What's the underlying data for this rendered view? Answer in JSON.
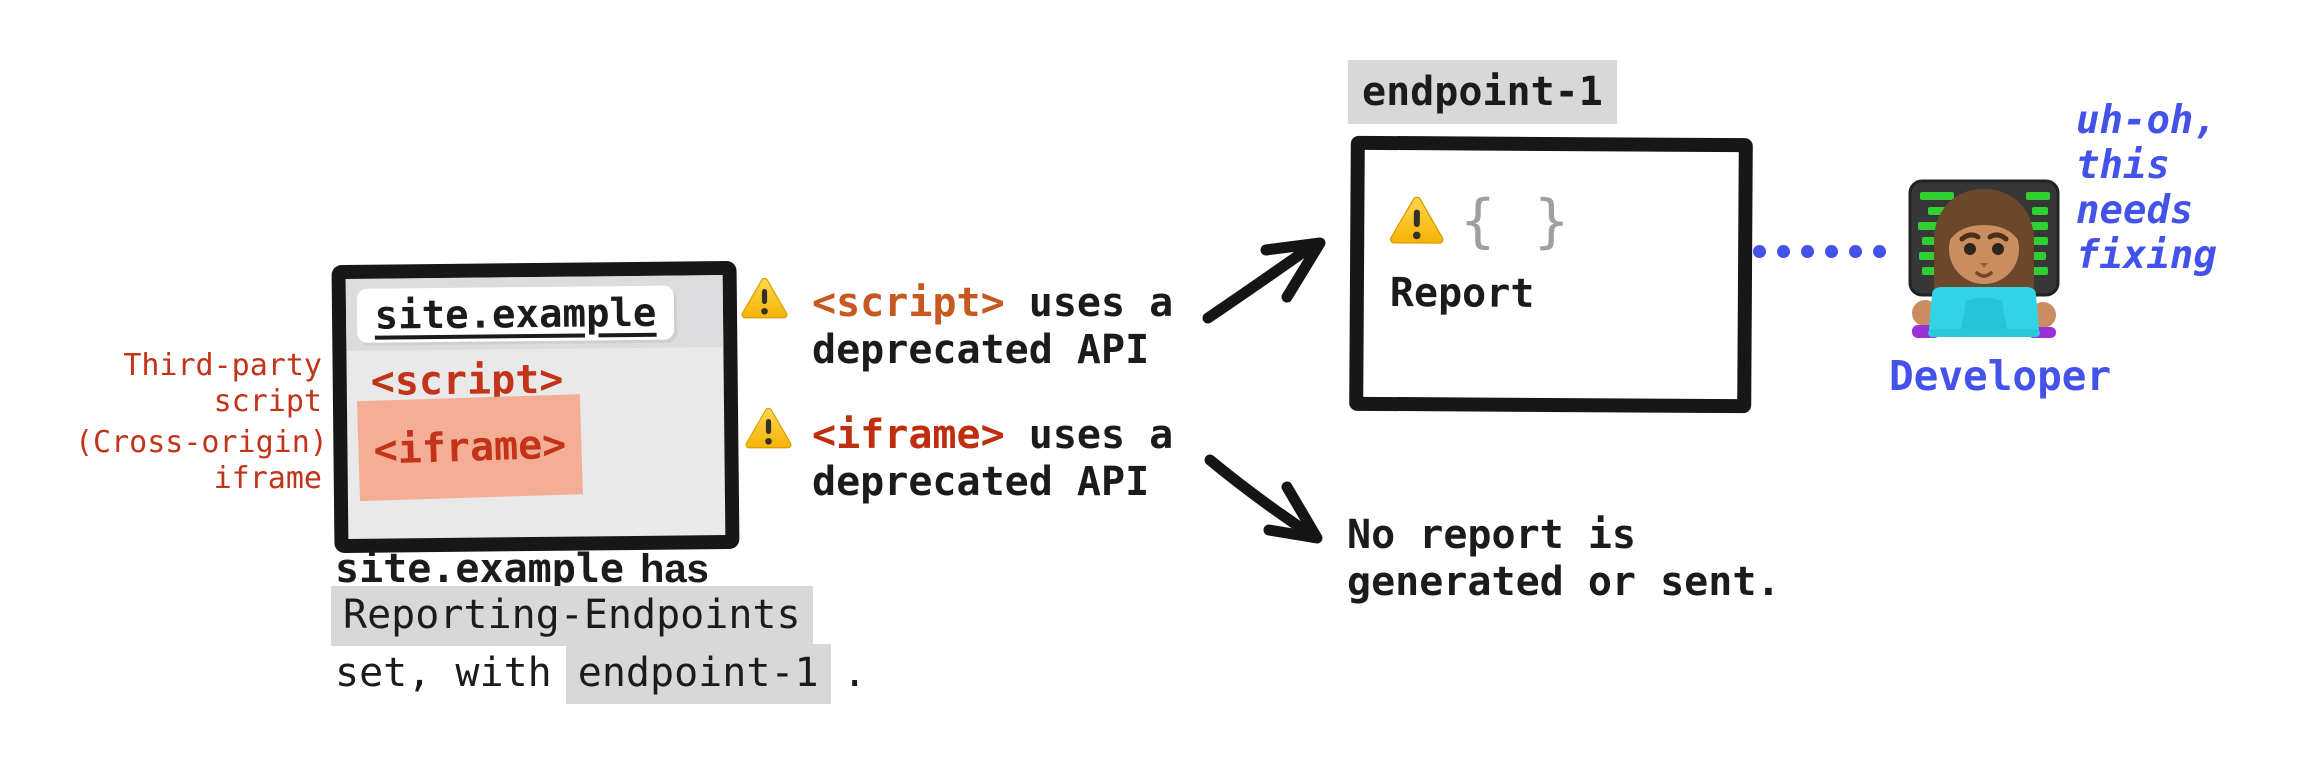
{
  "colors": {
    "red": "#c23318",
    "orange": "#c7581f",
    "blue": "#4353e9",
    "highlight": "#d8d8d8",
    "salmon": "#f5ae96",
    "window_body": "#e9e9ea",
    "window_top": "#dcdcde",
    "braces_gray": "#9aa0a6",
    "ink": "#1b1b1b"
  },
  "browser_window": {
    "url": "site.example",
    "script_tag": "<script>",
    "iframe_tag": "<iframe>"
  },
  "side_labels": {
    "script": [
      "Third-party",
      "script"
    ],
    "iframe": [
      "(Cross-origin)",
      "iframe"
    ]
  },
  "warnings": [
    {
      "tag": "<script>",
      "rest": " uses a",
      "line2": "deprecated API",
      "tag_color": "#c7581f"
    },
    {
      "tag": "<iframe>",
      "rest": " uses a",
      "line2": "deprecated API",
      "tag_color": "#bf2f0e"
    }
  ],
  "endpoint": {
    "label": "endpoint-1",
    "braces": "{ }",
    "report": "Report"
  },
  "no_report": [
    "No report is",
    "generated or sent."
  ],
  "developer": {
    "thought": [
      "uh-oh,",
      "this",
      "needs",
      "fixing"
    ],
    "label": "Developer"
  },
  "caption": {
    "site": "site.example",
    "has": "has",
    "header": "Reporting-Endpoints",
    "set_with": "set, with",
    "endpoint": "endpoint-1",
    "period": "."
  }
}
